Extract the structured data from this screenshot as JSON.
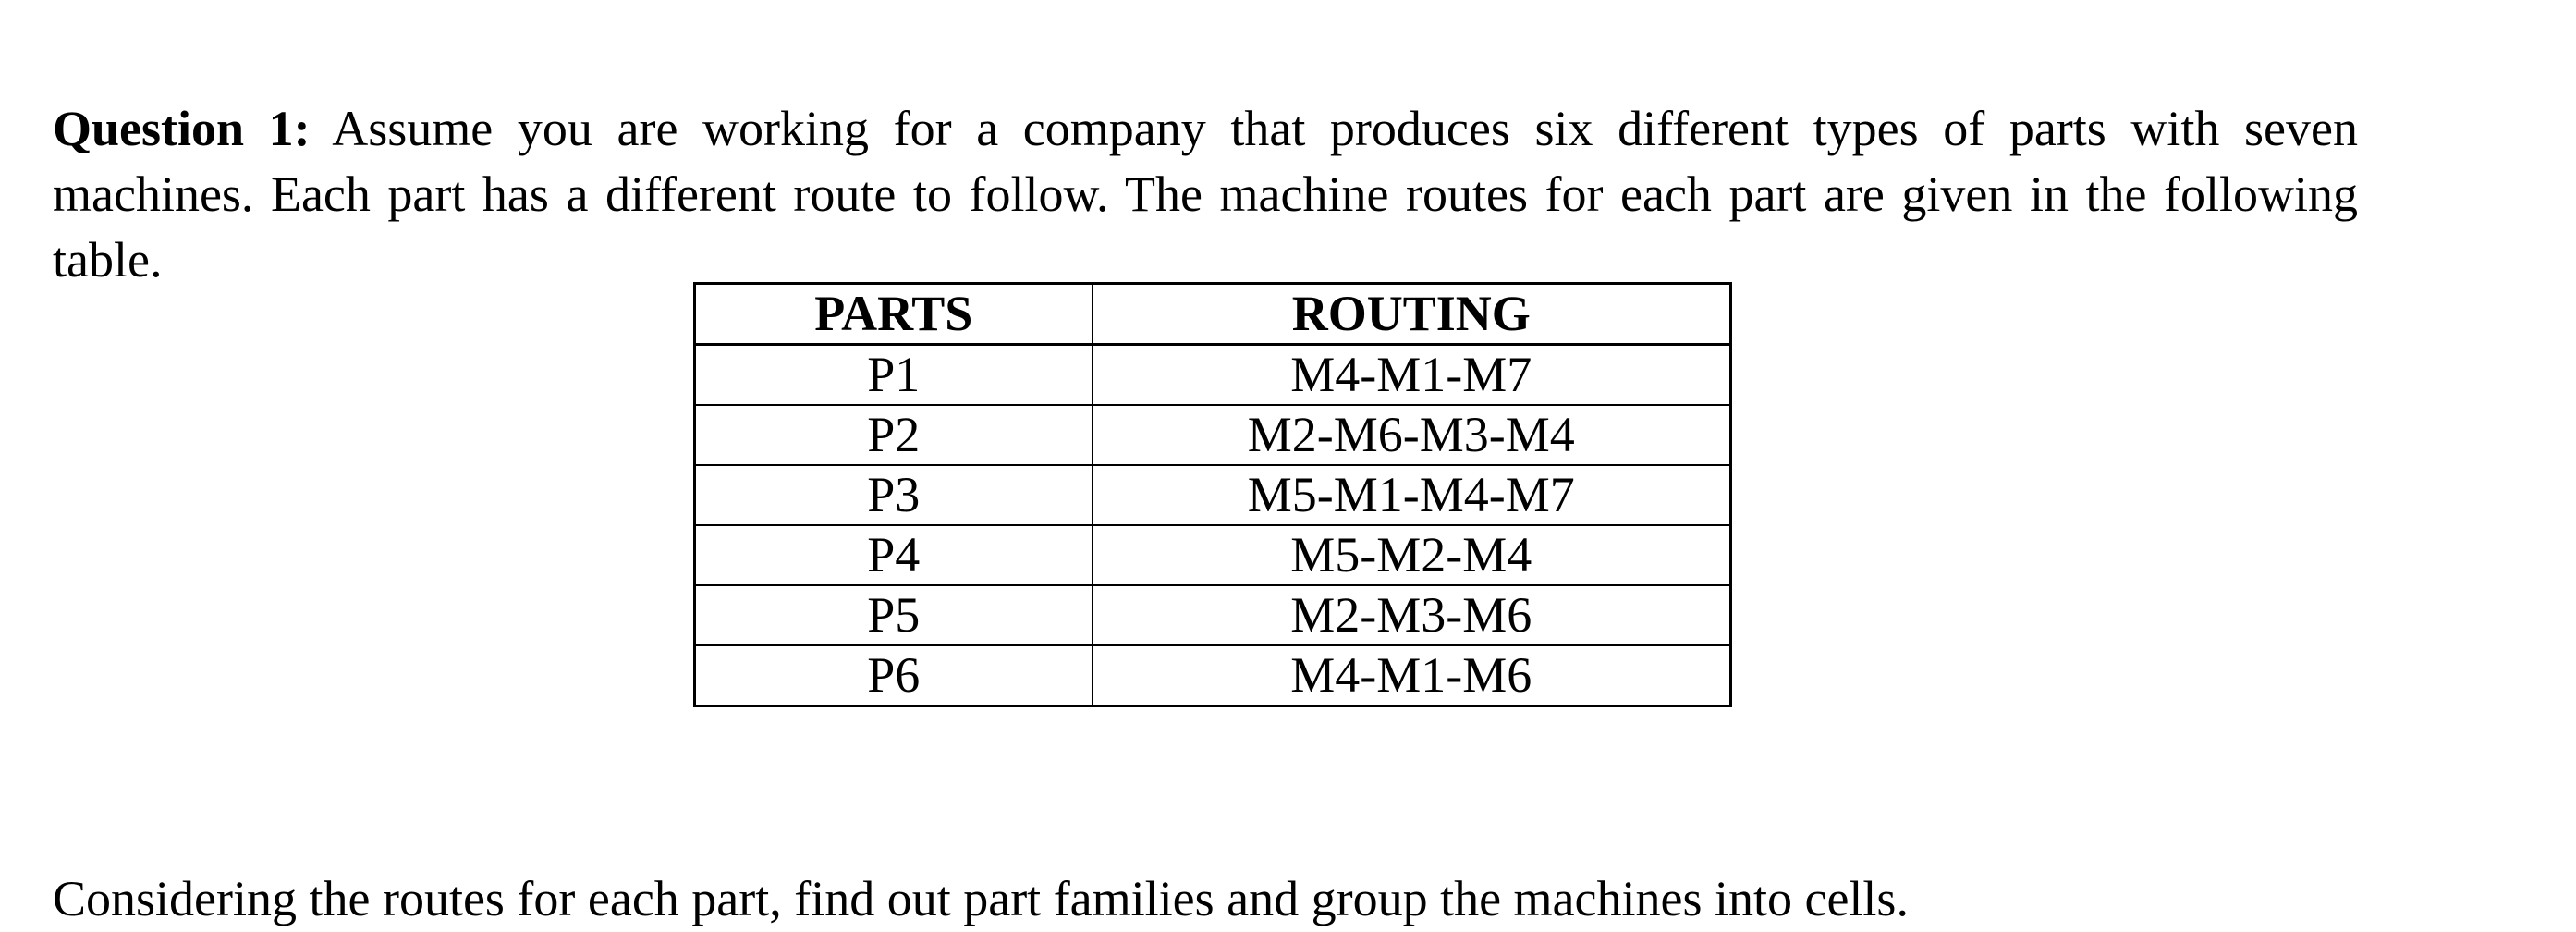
{
  "question": {
    "label": "Question 1:",
    "text": " Assume you are working for a company that produces six different types of parts with seven machines. Each part has a different route to follow. The machine routes for each part are given in the following table."
  },
  "table": {
    "headers": [
      "PARTS",
      "ROUTING"
    ],
    "rows": [
      {
        "part": "P1",
        "routing": "M4-M1-M7"
      },
      {
        "part": "P2",
        "routing": "M2-M6-M3-M4"
      },
      {
        "part": "P3",
        "routing": "M5-M1-M4-M7"
      },
      {
        "part": "P4",
        "routing": "M5-M2-M4"
      },
      {
        "part": "P5",
        "routing": "M2-M3-M6"
      },
      {
        "part": "P6",
        "routing": "M4-M1-M6"
      }
    ]
  },
  "closing": "Considering the routes for each part, find out part families and group the machines into cells.",
  "colors": {
    "text": "#000000",
    "background": "#ffffff",
    "table_border": "#000000"
  }
}
